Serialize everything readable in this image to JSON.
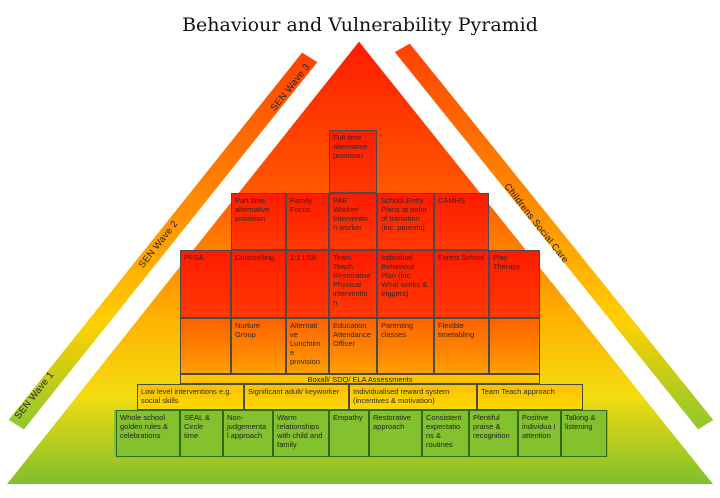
{
  "title": "Behaviour and Vulnerability Pyramid",
  "sen_wave_3": "SEN Wave 3",
  "sen_wave_2": "SEN Wave 2",
  "sen_wave_1": "SEN Wave 1",
  "childrens_social_care": "Childrens Social Care",
  "boxall": "Boxall/ SDQ/ ELA Assessments",
  "row_top": [
    "Full time alternative provision"
  ],
  "row_2": [
    "Part time alternative provision",
    "Family Focus",
    "PAE Worker/ Interventio n worker",
    "School Entry Plans at point of transition (inc. parents)",
    "CAMHS"
  ],
  "row_3": [
    "PFSA",
    "Counselling",
    "1:1 LSA",
    "Team Teach Restorative Physical interventio n",
    "Individual Behaviour Plan (inc. What works & triggers)",
    "Forest School",
    "Play Therapy"
  ],
  "row_4": [
    "Nurture Group",
    "Alternati ve Lunchtim e provision",
    "Education Attendance Officer",
    "Parenting classes",
    "Flexible timetabling"
  ],
  "row_5": [
    "Low level interventions e.g. social skills",
    "Significant adult/ keyworker",
    "Individualised reward system (incentives & motivation)",
    "Team Teach approach"
  ],
  "row_6": [
    "Whole school golden rules & celebrations",
    "SEAL & Circle time",
    "Non-judgementa l approach",
    "Warm relationships with child and family",
    "Empathy",
    "Restorative approach",
    "Consistent expectatio ns & routines",
    "Plentiful praise & recognition",
    "Positive individua l attention",
    "Talking & listening"
  ],
  "colors": {
    "red": "#ff1a00",
    "orange": "#ff9a00",
    "yellow": "#ffd400",
    "green": "#84c12e",
    "band": "#ff4800"
  }
}
